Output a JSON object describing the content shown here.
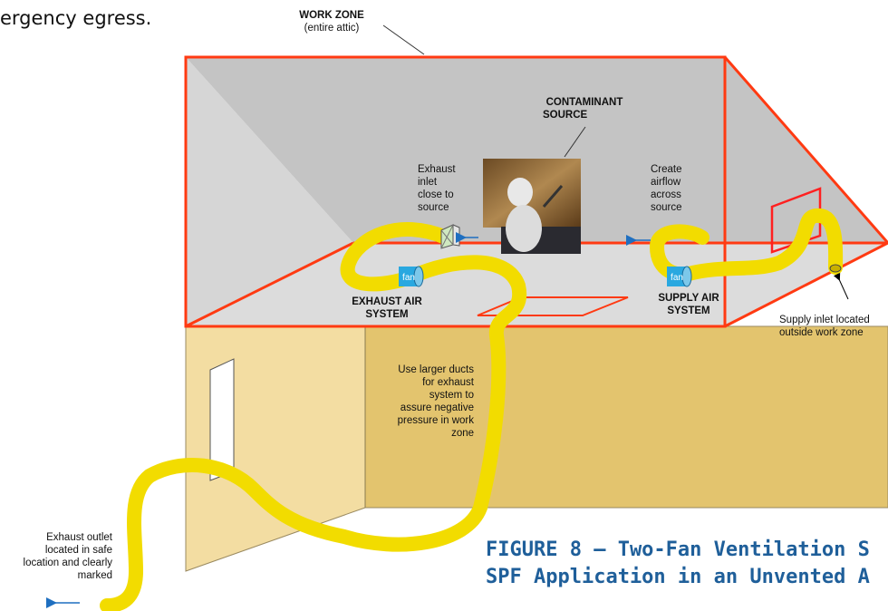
{
  "body_text": "ergency egress.",
  "work_zone": {
    "title": "WORK ZONE",
    "subtitle": "(entire attic)"
  },
  "contaminant": {
    "line1": "CONTAMINANT",
    "line2": "SOURCE"
  },
  "exhaust_inlet": [
    "Exhaust",
    "inlet",
    "close to",
    "source"
  ],
  "create_airflow": [
    "Create",
    "airflow",
    "across",
    "source"
  ],
  "exhaust_system": {
    "line1": "EXHAUST AIR",
    "line2": "SYSTEM"
  },
  "supply_system": {
    "line1": "SUPPLY AIR",
    "line2": "SYSTEM"
  },
  "fan_label": "fan",
  "supply_inlet": [
    "Supply inlet located",
    "outside work zone"
  ],
  "larger_ducts": [
    "Use larger ducts",
    "for exhaust",
    "system to",
    "assure negative",
    "pressure in work",
    "zone"
  ],
  "exhaust_outlet": [
    "Exhaust outlet",
    "located in safe",
    "location and clearly",
    "marked"
  ],
  "caption": {
    "line1": "FIGURE 8 – Two-Fan Ventilation S",
    "line2": "SPF Application in an Unvented A"
  },
  "colors": {
    "work_zone_outline": "#ff3a12",
    "duct": "#f2dc00",
    "fan": "#29a8e0",
    "airflow_arrow": "#1f6fc0",
    "attic_roof": "#c0c0c0",
    "attic_floor": "#d9d9d9",
    "wall_left": "#f3dda2",
    "wall_right": "#e3c46e",
    "caption": "#1f5f9a"
  }
}
